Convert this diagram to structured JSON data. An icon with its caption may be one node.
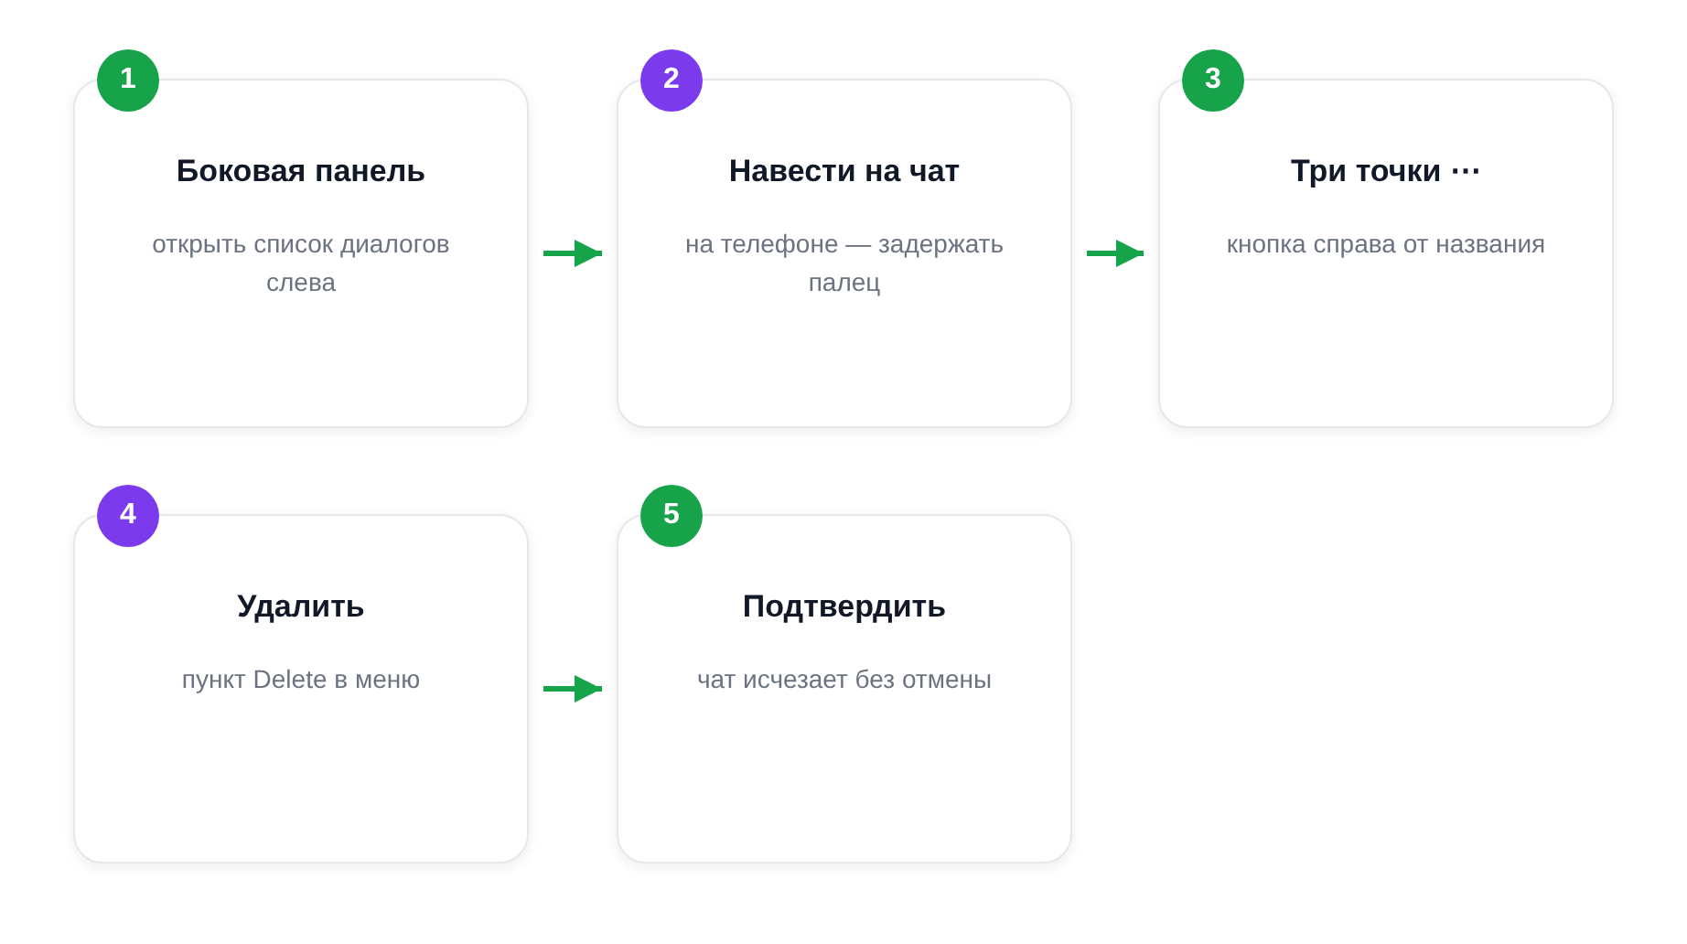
{
  "diagram": {
    "nodes": [
      {
        "text": [
          "1",
          "Боковая панель",
          "открыть список диалогов слева"
        ]
      },
      {
        "text": [
          "2",
          "Навести на чат",
          "на телефоне — задержать палец"
        ]
      },
      {
        "text": [
          "3",
          "Три точки ⋯",
          "кнопка справа от названия"
        ]
      },
      {
        "text": [
          "4",
          "Удалить",
          "пункт Delete в меню"
        ]
      },
      {
        "text": [
          "5",
          "Подтвердить",
          "чат исчезает без отмены"
        ]
      }
    ],
    "edges": [
      {
        "from": 0,
        "to": 1,
        "arrow": "to"
      },
      {
        "from": 1,
        "to": 2,
        "arrow": "to"
      },
      {
        "from": 3,
        "to": 4,
        "arrow": "to"
      }
    ]
  }
}
